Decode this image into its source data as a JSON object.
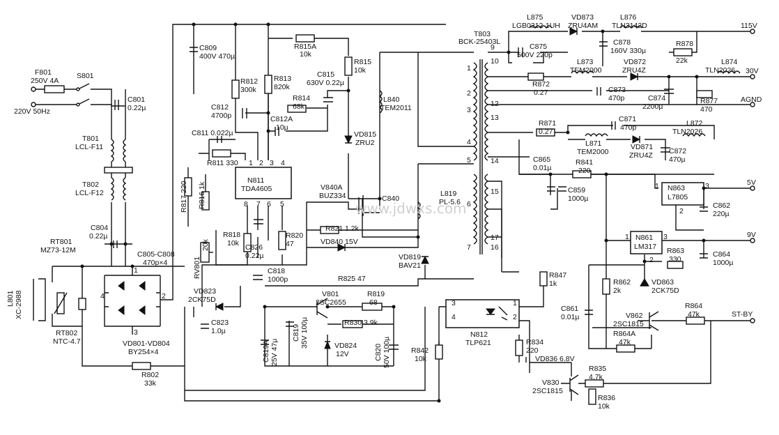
{
  "watermark": "www.jdwxs.com",
  "components": {
    "F801": [
      "F801",
      "250V 4A"
    ],
    "S801": [
      "S801"
    ],
    "mains": [
      "220V 50Hz"
    ],
    "C801": [
      "C801",
      "0.22µ"
    ],
    "T801": [
      "T801",
      "LCL-F11"
    ],
    "T802": [
      "T802",
      "LCL-F12"
    ],
    "C804": [
      "C804",
      "0.22µ"
    ],
    "RT801": [
      "RT801",
      "MZ73-12M"
    ],
    "L801": [
      "L801",
      "XC-2988"
    ],
    "RT802": [
      "RT802",
      "NTC-4.7"
    ],
    "C805": [
      "C805-C808",
      "470p×4"
    ],
    "VD801": [
      "VD801-VD804",
      "BY254×4"
    ],
    "R802": [
      "R802",
      "33k"
    ],
    "C809": [
      "C809",
      "400V 470µ"
    ],
    "R812": [
      "R812",
      "300k"
    ],
    "R813": [
      "R813",
      "820k"
    ],
    "R815A": [
      "R815A",
      "10k"
    ],
    "R815": [
      "R815",
      "10k"
    ],
    "C815": [
      "C815",
      "630V 0.22µ"
    ],
    "R814": [
      "R814",
      "68k"
    ],
    "C812": [
      "C812",
      "4700p"
    ],
    "C812A": [
      "C812A",
      "10µ"
    ],
    "C811": [
      "C811 0.022µ"
    ],
    "R811": [
      "R811 330"
    ],
    "N811": [
      "N811",
      "TDA4605"
    ],
    "R817": [
      "R817 220"
    ],
    "R816": [
      "R816 1k"
    ],
    "RV801": [
      "RV801",
      "20k"
    ],
    "R818": [
      "R818",
      "10k"
    ],
    "C826": [
      "C826",
      "0.22µ"
    ],
    "R820": [
      "R820",
      "47"
    ],
    "C818": [
      "C818",
      "1000p"
    ],
    "VD823": [
      "VD823",
      "2CK75D"
    ],
    "C823": [
      "C823",
      "1.0µ"
    ],
    "L840": [
      "L840",
      "TEM2011"
    ],
    "VD815": [
      "VD815",
      "ZRU2"
    ],
    "V840A": [
      "V840A",
      "BUZ334"
    ],
    "C840": [
      "C840"
    ],
    "R821": [
      "R821 1.2k"
    ],
    "VD840": [
      "VD840 15V"
    ],
    "VD819": [
      "VD819",
      "BAV21"
    ],
    "R825": [
      "R825 47"
    ],
    "V801": [
      "V801",
      "2SC2655"
    ],
    "R819": [
      "R819",
      "68"
    ],
    "R830": [
      "R830 3.9k"
    ],
    "C819": [
      "C819",
      "35V 100µ"
    ],
    "C819A": [
      "C819A",
      "25V 47µ"
    ],
    "VD824": [
      "VD824",
      "12V"
    ],
    "C820": [
      "C820",
      "50V 100µ"
    ],
    "R842": [
      "R842",
      "10k"
    ],
    "L819": [
      "L819",
      "PL-5.6"
    ],
    "T803": [
      "T803",
      "BCK-25403L"
    ],
    "L875": [
      "L875",
      "LGB0312-1UH"
    ],
    "VD873": [
      "VD873",
      "ZRU4AM"
    ],
    "L876": [
      "L876",
      "TLN3142D"
    ],
    "C875": [
      "C875",
      "500V 220p"
    ],
    "C878": [
      "C878",
      "160V 330µ"
    ],
    "R878": [
      "R878",
      "22k"
    ],
    "L873": [
      "L873",
      "TEM2000"
    ],
    "VD872": [
      "VD872",
      "ZRU4Z"
    ],
    "L874": [
      "L874",
      "TLN2026"
    ],
    "R872": [
      "R872",
      "0.27"
    ],
    "C873": [
      "C873",
      "470p"
    ],
    "C874": [
      "C874",
      "2200µ"
    ],
    "R877": [
      "R877",
      "470"
    ],
    "R871": [
      "R871",
      "0.27"
    ],
    "C871": [
      "C871",
      "470p"
    ],
    "L872": [
      "L872",
      "TLN2026"
    ],
    "L871": [
      "L871",
      "TEM2000"
    ],
    "VD871": [
      "VD871",
      "ZRU4Z"
    ],
    "C872": [
      "C872",
      "470µ"
    ],
    "C865": [
      "C865",
      "0.01µ"
    ],
    "R841": [
      "R841",
      "220"
    ],
    "C859": [
      "C859",
      "1000µ"
    ],
    "N863": [
      "N863",
      "L7805"
    ],
    "C862": [
      "C862",
      "220µ"
    ],
    "N861": [
      "N861",
      "LM317"
    ],
    "R863": [
      "R863",
      "330"
    ],
    "C864": [
      "C864",
      "1000µ"
    ],
    "R862": [
      "R862",
      "2k"
    ],
    "VD863": [
      "VD863",
      "2CK75D"
    ],
    "C861": [
      "C861",
      "0.01µ"
    ],
    "V862": [
      "V862",
      "2SC1815"
    ],
    "R864": [
      "R864",
      "47k"
    ],
    "R864A": [
      "R864A",
      "47k"
    ],
    "R847": [
      "R847",
      "1k"
    ],
    "N812": [
      "N812",
      "TLP621"
    ],
    "R834": [
      "R834",
      "220"
    ],
    "VD836": [
      "VD836 6.8V"
    ],
    "V830": [
      "V830",
      "2SC1815"
    ],
    "R835": [
      "R835",
      "4.7k"
    ],
    "R836": [
      "R836",
      "10k"
    ]
  },
  "outputs": {
    "115v": "115V",
    "30v": "30V",
    "agnd": "AGND",
    "5v": "5V",
    "9v": "9V",
    "stby": "ST-BY"
  },
  "pins": {
    "ic_top": [
      "1",
      "2",
      "3",
      "4"
    ],
    "ic_bottom": [
      "8",
      "7",
      "6",
      "5"
    ],
    "bridge": [
      "1",
      "2",
      "3",
      "4"
    ],
    "t803": [
      "1",
      "2",
      "3",
      "4",
      "5",
      "6",
      "7",
      "9",
      "10",
      "12",
      "13",
      "14",
      "15",
      "17",
      "16"
    ],
    "n812": [
      "3",
      "4",
      "1",
      "2"
    ],
    "reg": [
      "1",
      "2",
      "3"
    ]
  }
}
